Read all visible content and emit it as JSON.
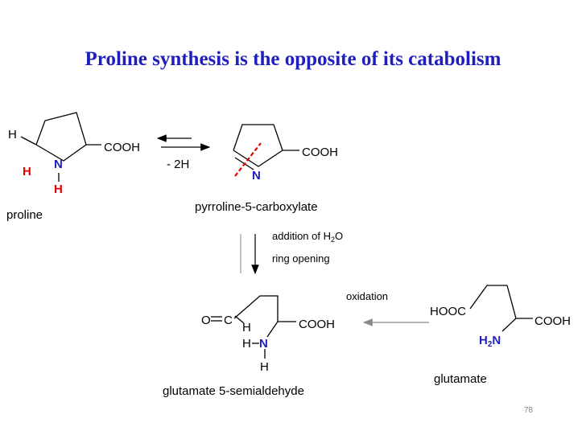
{
  "title": "Proline synthesis is the opposite of its catabolism",
  "colors": {
    "title": "#1f1fbf",
    "nitrogen": "#1f1fbf",
    "hydrogen_red": "#e00000",
    "bond_cut": "#e00000"
  },
  "atoms": {
    "H": "H",
    "N": "N",
    "COOH": "COOH",
    "HOOC": "HOOC",
    "O": "O",
    "C": "C",
    "H2N_H": "H",
    "H2N_sub": "2",
    "H2N_N": "N"
  },
  "proline": {
    "label": "proline"
  },
  "p5c": {
    "label": "pyrroline-5-carboxylate"
  },
  "arrow1": {
    "label": "- 2H"
  },
  "arrow2": {
    "line1_prefix": "addition of H",
    "line1_sub": "2",
    "line1_suffix": "O",
    "line2": "ring opening"
  },
  "arrow3": {
    "label": "oxidation"
  },
  "gsa": {
    "label": "glutamate 5-semialdehyde"
  },
  "glutamate": {
    "label": "glutamate"
  },
  "slide_number": "78"
}
